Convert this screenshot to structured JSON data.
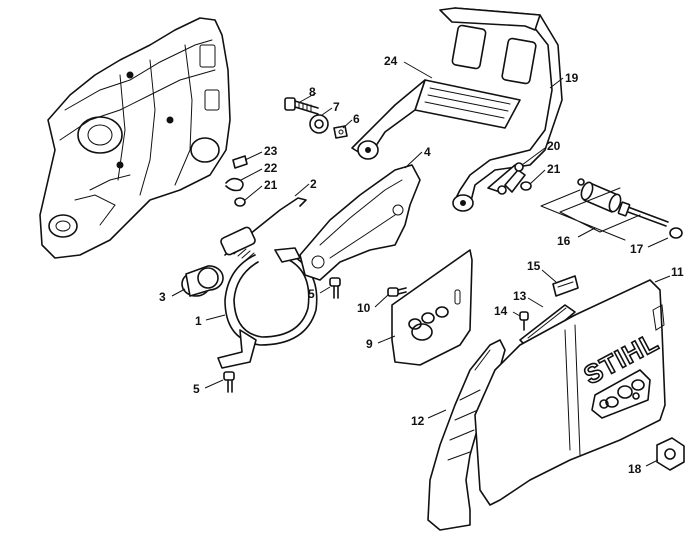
{
  "brand_text": "STIHL",
  "callouts": [
    {
      "id": "c24",
      "label": "24"
    },
    {
      "id": "c19",
      "label": "19"
    },
    {
      "id": "c8",
      "label": "8"
    },
    {
      "id": "c7",
      "label": "7"
    },
    {
      "id": "c6",
      "label": "6"
    },
    {
      "id": "c23",
      "label": "23"
    },
    {
      "id": "c22",
      "label": "22"
    },
    {
      "id": "c21a",
      "label": "21"
    },
    {
      "id": "c2",
      "label": "2"
    },
    {
      "id": "c4",
      "label": "4"
    },
    {
      "id": "c20",
      "label": "20"
    },
    {
      "id": "c21b",
      "label": "21"
    },
    {
      "id": "c16",
      "label": "16"
    },
    {
      "id": "c17",
      "label": "17"
    },
    {
      "id": "c3",
      "label": "3"
    },
    {
      "id": "c1",
      "label": "1"
    },
    {
      "id": "c5a",
      "label": "5"
    },
    {
      "id": "c5b",
      "label": "5"
    },
    {
      "id": "c10",
      "label": "10"
    },
    {
      "id": "c9",
      "label": "9"
    },
    {
      "id": "c15",
      "label": "15"
    },
    {
      "id": "c11",
      "label": "11"
    },
    {
      "id": "c13",
      "label": "13"
    },
    {
      "id": "c14",
      "label": "14"
    },
    {
      "id": "c12",
      "label": "12"
    },
    {
      "id": "c18",
      "label": "18"
    }
  ]
}
